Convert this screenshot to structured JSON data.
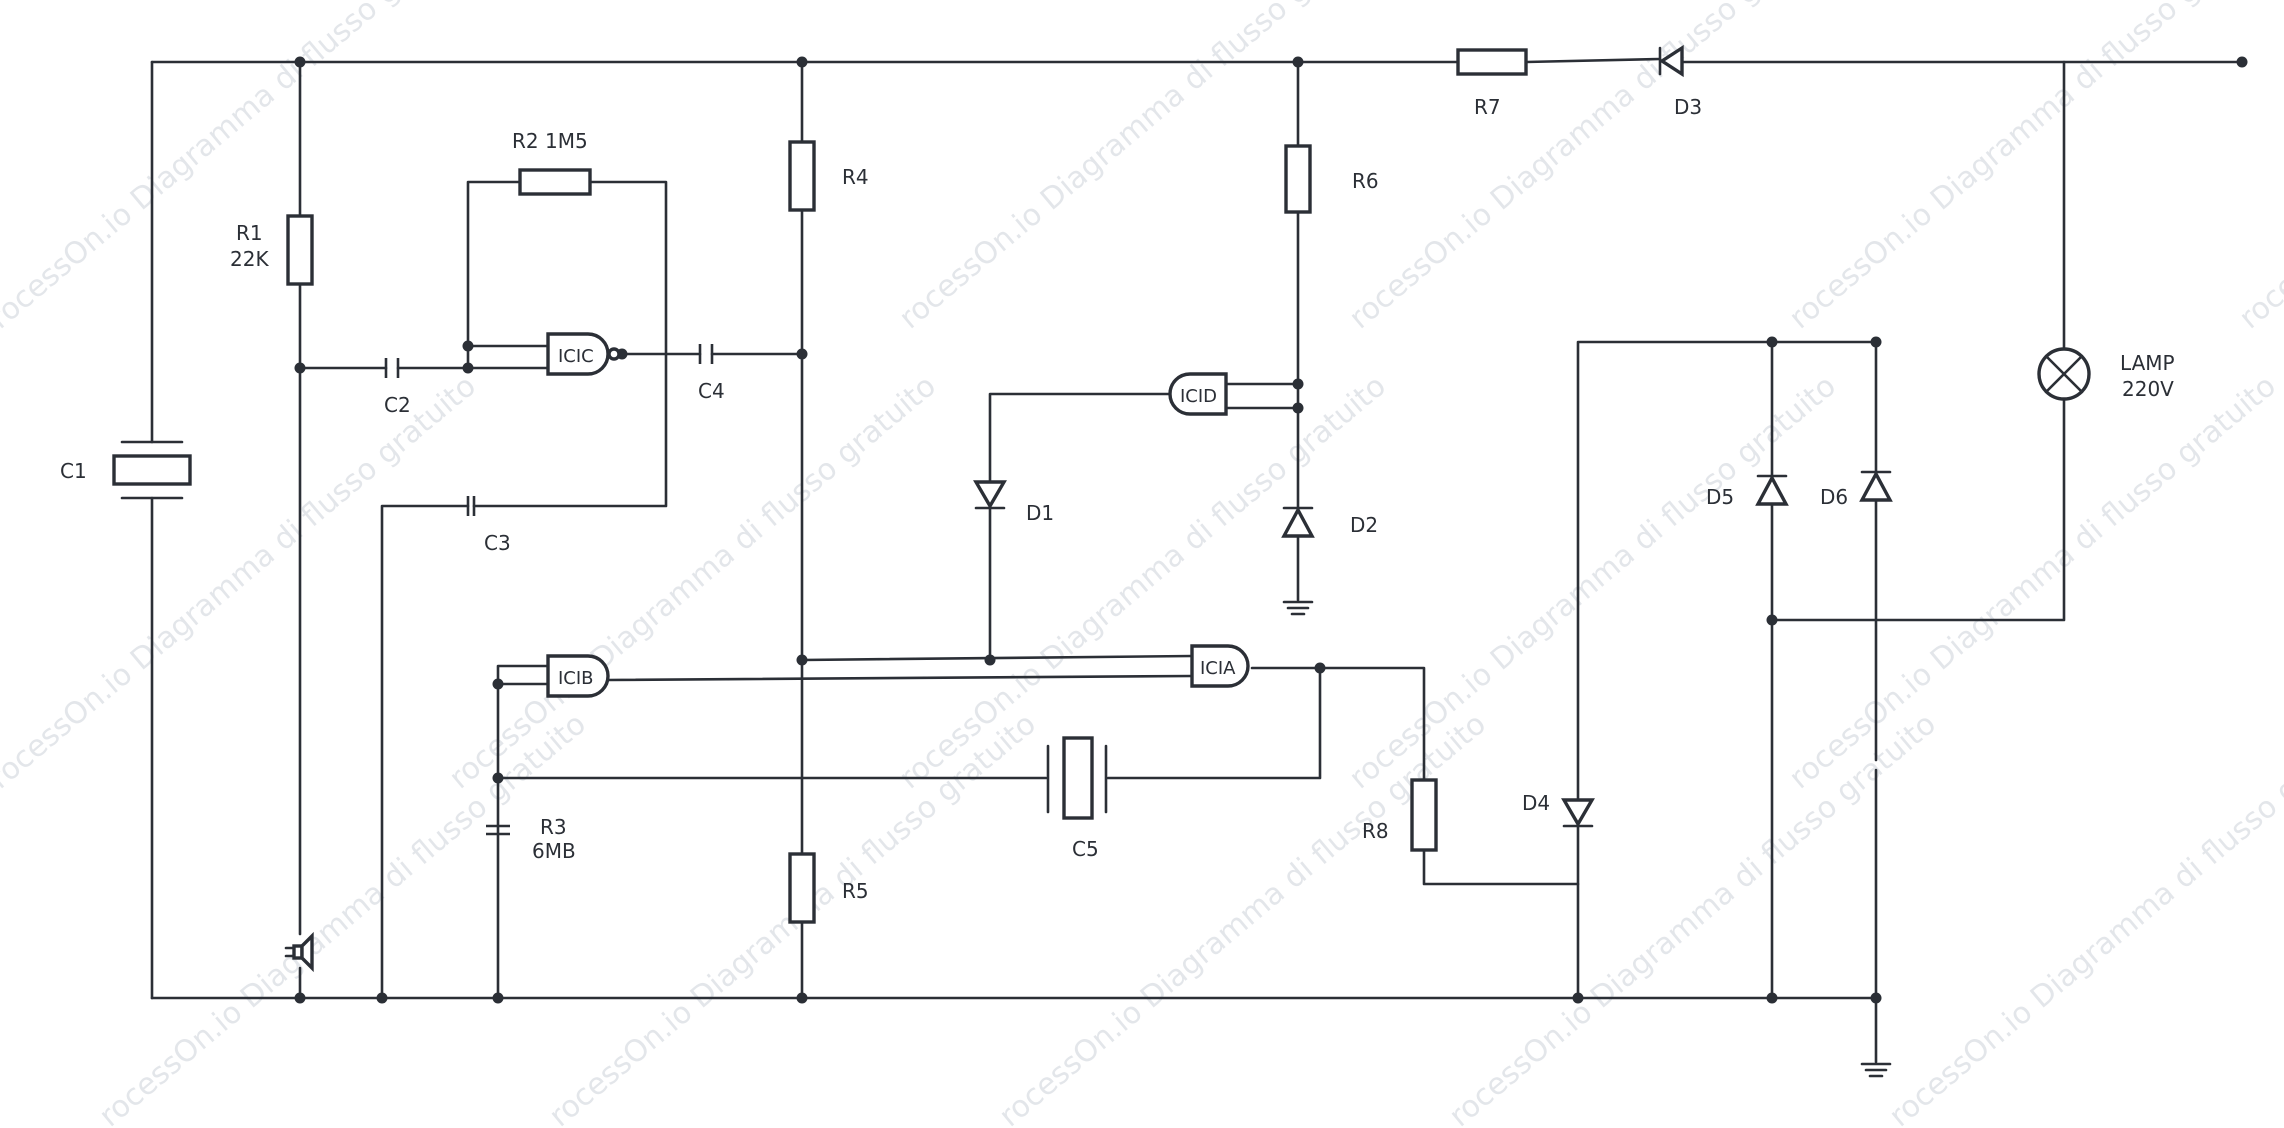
{
  "labels": {
    "c1": "C1",
    "r1_name": "R1",
    "r1_value": "22K",
    "r2": "R2 1M5",
    "c2": "C2",
    "icic": "ICIC",
    "c4": "C4",
    "c3": "C3",
    "r4": "R4",
    "r6": "R6",
    "r7": "R7",
    "d3": "D3",
    "icid": "ICID",
    "d1": "D1",
    "d2": "D2",
    "icib": "ICIB",
    "icia": "ICIA",
    "r3_name": "R3",
    "r3_value": "6MB",
    "c5": "C5",
    "r5": "R5",
    "r8": "R8",
    "d4": "D4",
    "d5": "D5",
    "d6": "D6",
    "lamp_name": "LAMP",
    "lamp_value": "220V"
  },
  "watermark": "rocessOn.io Diagramma di flusso gratuito",
  "colors": {
    "line": "#2b2f36",
    "watermark": "#c9ced6",
    "background": "#ffffff"
  }
}
